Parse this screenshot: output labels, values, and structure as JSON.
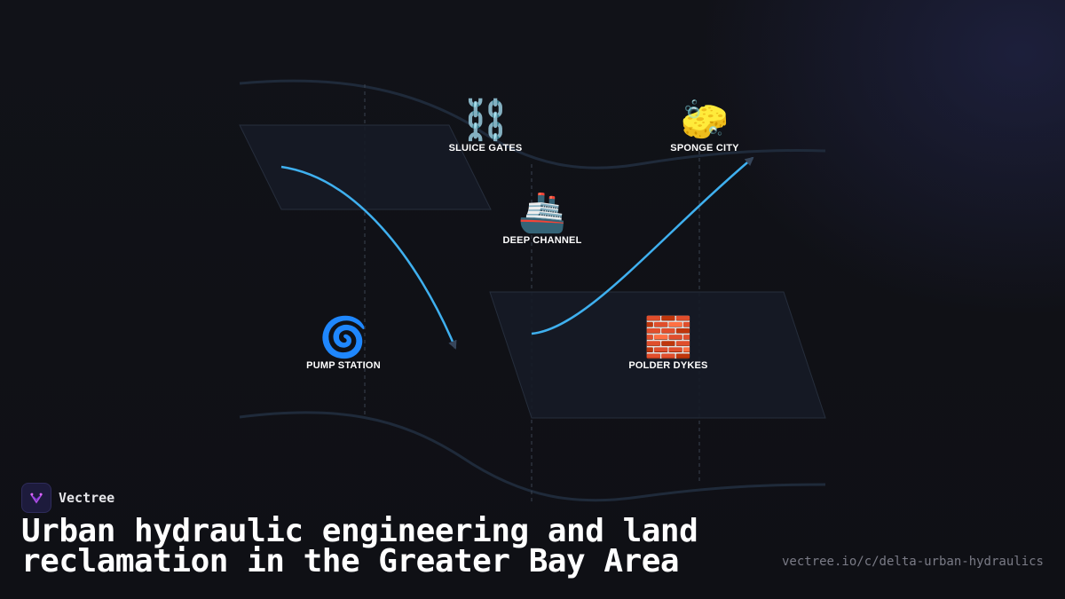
{
  "diagram": {
    "nodes": [
      {
        "id": "sluice",
        "icon": "chain-icon",
        "glyph": "⛓️",
        "label": "SLUICE GATES"
      },
      {
        "id": "sponge",
        "icon": "sponge-icon",
        "glyph": "🧽",
        "label": "SPONGE CITY"
      },
      {
        "id": "channel",
        "icon": "ship-icon",
        "glyph": "🚢",
        "label": "DEEP CHANNEL"
      },
      {
        "id": "pump",
        "icon": "cyclone-icon",
        "glyph": "🌀",
        "label": "PUMP STATION"
      },
      {
        "id": "dykes",
        "icon": "brick-icon",
        "glyph": "🧱",
        "label": "POLDER DYKES"
      }
    ],
    "arrows": [
      {
        "from": "sluice-plane",
        "to": "pump-station",
        "color": "#3fb0ef"
      },
      {
        "from": "deep-channel",
        "to": "sponge-city",
        "color": "#3fb0ef"
      }
    ],
    "colors": {
      "arrow": "#3fb0ef",
      "arrowhead": "#36455a",
      "plane_fill": "#161b26",
      "plane_stroke": "#262e3c",
      "river": "#1f2a3a",
      "guide": "#3a4250"
    }
  },
  "brand": {
    "name": "Vectree",
    "logo_icon": "vectree-logo-icon"
  },
  "title": "Urban hydraulic engineering and land reclamation in the Greater Bay Area",
  "url": "vectree.io/c/delta-urban-hydraulics"
}
